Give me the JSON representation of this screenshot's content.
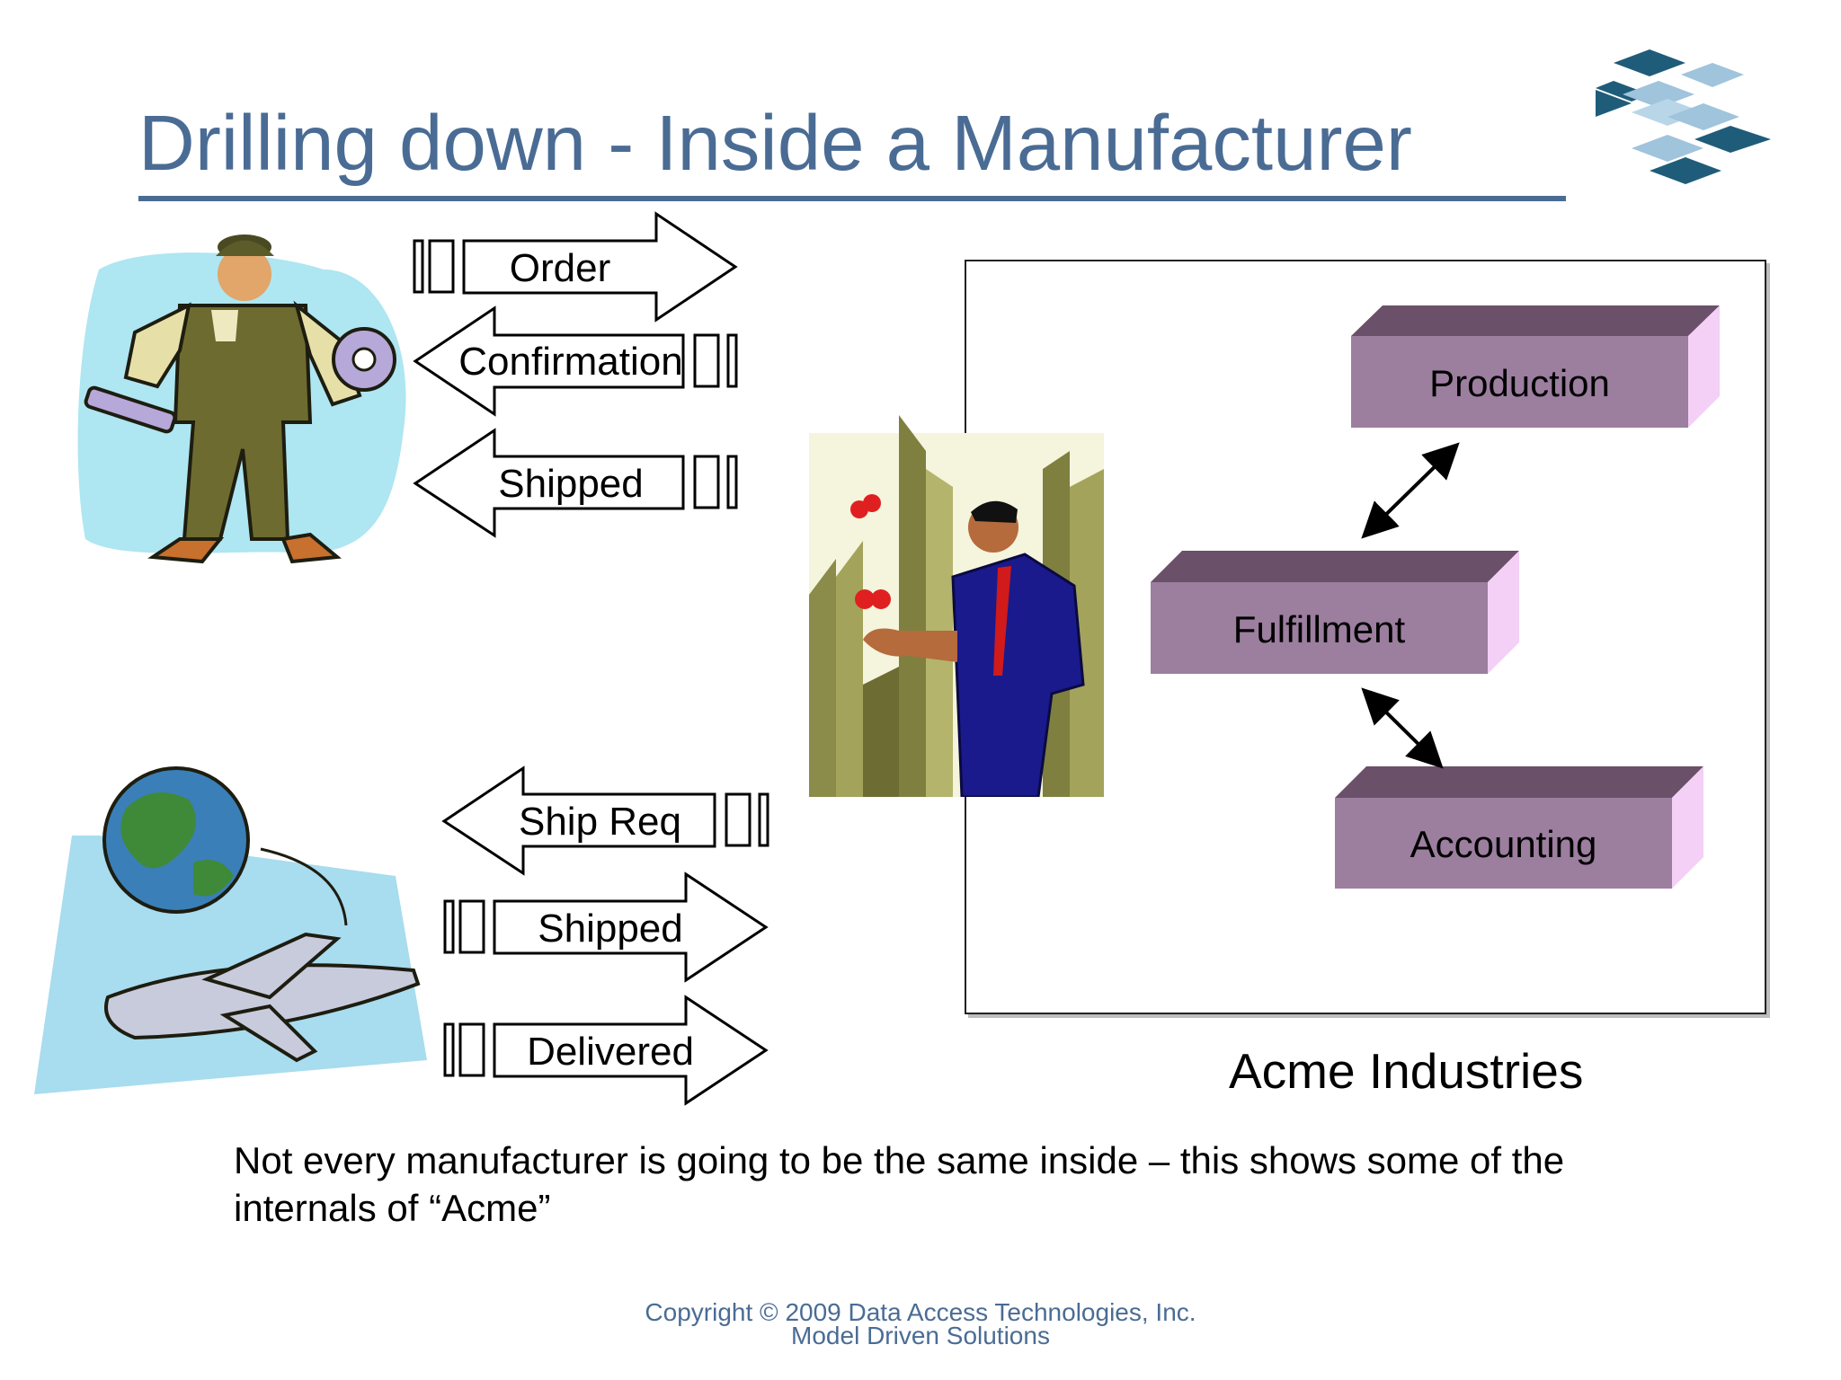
{
  "slide": {
    "title": "Drilling down - Inside a Manufacturer",
    "note": "Not every manufacturer is going to be the same inside – this shows some of the internals of “Acme”",
    "copyright_line1": "Copyright © 2009 Data Access Technologies, Inc.",
    "copyright_line2": "Model Driven Solutions"
  },
  "customer_messages": [
    {
      "label": "Order",
      "direction": "right"
    },
    {
      "label": "Confirmation",
      "direction": "left"
    },
    {
      "label": "Shipped",
      "direction": "left"
    }
  ],
  "shipper_messages": [
    {
      "label": "Ship Req",
      "direction": "left"
    },
    {
      "label": "Shipped",
      "direction": "right"
    },
    {
      "label": "Delivered",
      "direction": "right"
    }
  ],
  "system": {
    "name": "Acme Industries",
    "blocks": [
      {
        "label": "Production"
      },
      {
        "label": "Fulfillment"
      },
      {
        "label": "Accounting"
      }
    ]
  },
  "colors": {
    "title": "#4a6c94",
    "block_front": "#9c7e9f",
    "block_top": "#6b5069",
    "block_side": "#f4cff6",
    "logo_dark": "#1f5c79",
    "logo_light": "#9fc4dc"
  },
  "icons": [
    "mechanic-clipart-icon",
    "globe-airplane-clipart-icon",
    "juggling-businessman-clipart-icon",
    "company-logo-icon"
  ]
}
